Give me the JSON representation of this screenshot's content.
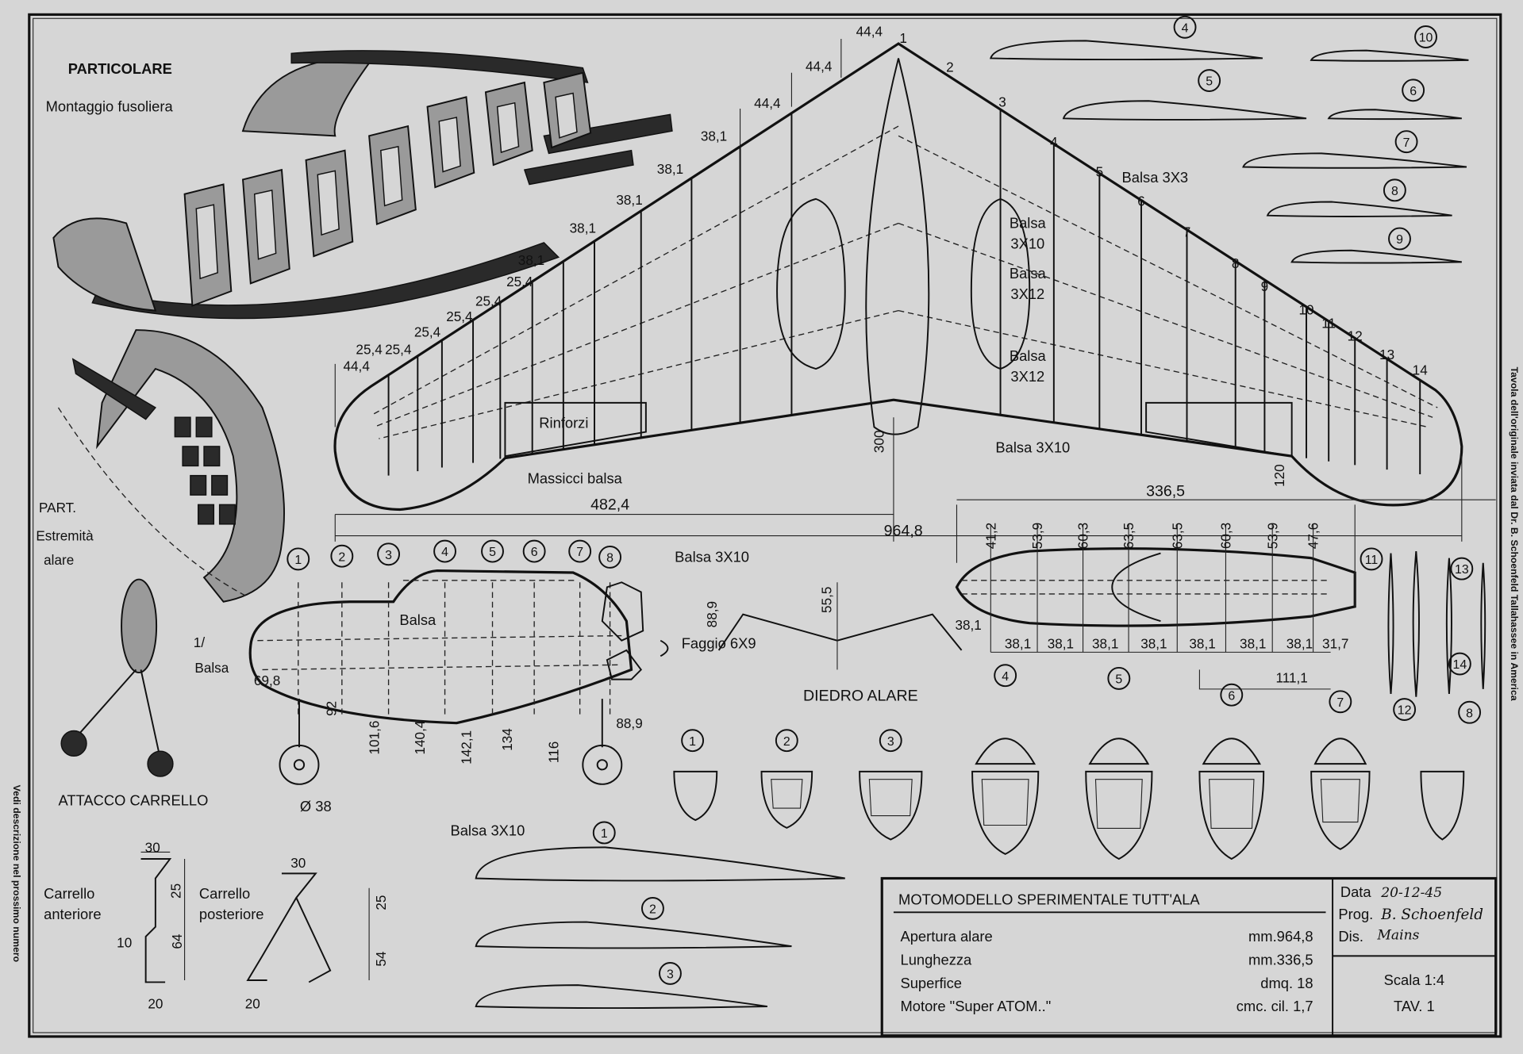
{
  "header": {
    "particolare": "PARTICOLARE",
    "montaggio": "Montaggio fusoliera",
    "part": "PART.",
    "estremita": "Estremità",
    "alare": "alare",
    "attacco": "ATTACCO CARRELLO",
    "car_ant_1": "Carrello",
    "car_ant_2": "anteriore",
    "car_post_1": "Carrello",
    "car_post_2": "posteriore",
    "diedro": "DIEDRO ALARE"
  },
  "margin_notes": {
    "left": "Vedi descrizione nel prossimo numero",
    "right": "Tavola dell'originale inviata dal Dr. B. Schoenfeld Tallahassee in America"
  },
  "wing": {
    "le_dims": [
      "44,4",
      "44,4",
      "44,4",
      "38,1",
      "38,1",
      "38,1",
      "38,1",
      "38,1",
      "25,4",
      "25,4",
      "25,4",
      "25,4",
      "25,4",
      "25,4",
      "44,4"
    ],
    "rib_numbers": [
      "1",
      "2",
      "3",
      "4",
      "5",
      "6",
      "7",
      "8",
      "9",
      "10",
      "11",
      "12",
      "13",
      "14"
    ],
    "balsa_3x3": "Balsa 3X3",
    "balsa_a": "Balsa",
    "size_3x10": "3X10",
    "balsa_b": "Balsa",
    "size_3x12_b": "3X12",
    "balsa_c": "Balsa",
    "size_3x12_c": "3X12",
    "balsa_3x10_te": "Balsa 3X10",
    "rinforzi": "Rinforzi",
    "massicci": "Massicci balsa",
    "half_span": "482,4",
    "span": "964,8",
    "root_chord": "300",
    "tip_chord": "120"
  },
  "fuselage_top": {
    "length": "336,5",
    "heights": [
      "41,2",
      "53,9",
      "60,3",
      "63,5",
      "63,5",
      "60,3",
      "53,9",
      "47,6"
    ],
    "nose": "38,1",
    "stations": [
      "38,1",
      "38,1",
      "38,1",
      "38,1",
      "38,1",
      "38,1",
      "38,1",
      "31,7"
    ],
    "tail": "111,1"
  },
  "fuselage_side": {
    "formers": [
      "1",
      "2",
      "3",
      "4",
      "5",
      "6",
      "7",
      "8"
    ],
    "balsa_top": "Balsa 3X10",
    "balsa_mid": "Balsa",
    "nose_ply": "1/",
    "balsa_nose": "Balsa",
    "faggio": "Faggio 6X9",
    "engine_h": "88,9",
    "dihedral": "55,5",
    "depths": [
      "69,8",
      "92",
      "101,6",
      "140,4",
      "142,1",
      "134",
      "116",
      "88,9"
    ],
    "wheel": "Ø 38",
    "balsa_bottom": "Balsa 3X10"
  },
  "sections": {
    "labels": [
      "1",
      "2",
      "3",
      "4",
      "5",
      "6",
      "7",
      "8"
    ]
  },
  "airfoils": {
    "labels": [
      "1",
      "2",
      "3",
      "4",
      "5",
      "6",
      "7",
      "8",
      "9",
      "10",
      "11",
      "12",
      "13",
      "14"
    ]
  },
  "gear": {
    "front_w": "30",
    "front_h1": "25",
    "front_off": "10",
    "front_h2": "64",
    "front_base": "20",
    "rear_w": "30",
    "rear_base": "20",
    "rear_h1": "25",
    "rear_h2": "54"
  },
  "title_block": {
    "title": "MOTOMODELLO  SPERIMENTALE  TUTT'ALA",
    "rows": [
      {
        "label": "Apertura alare",
        "value": "mm.964,8"
      },
      {
        "label": "Lunghezza",
        "value": "mm.336,5"
      },
      {
        "label": "Superfice",
        "value": "dmq. 18"
      },
      {
        "label": "Motore   \"Super ATOM..\"",
        "value": "cmc.  cil. 1,7"
      }
    ],
    "data_label": "Data",
    "data_value": "20-12-45",
    "prog_label": "Prog.",
    "prog_value": "B. Schoenfeld",
    "dis_label": "Dis.",
    "dis_signature": "Mains",
    "scale": "Scala 1:4",
    "tav": "TAV. 1"
  }
}
